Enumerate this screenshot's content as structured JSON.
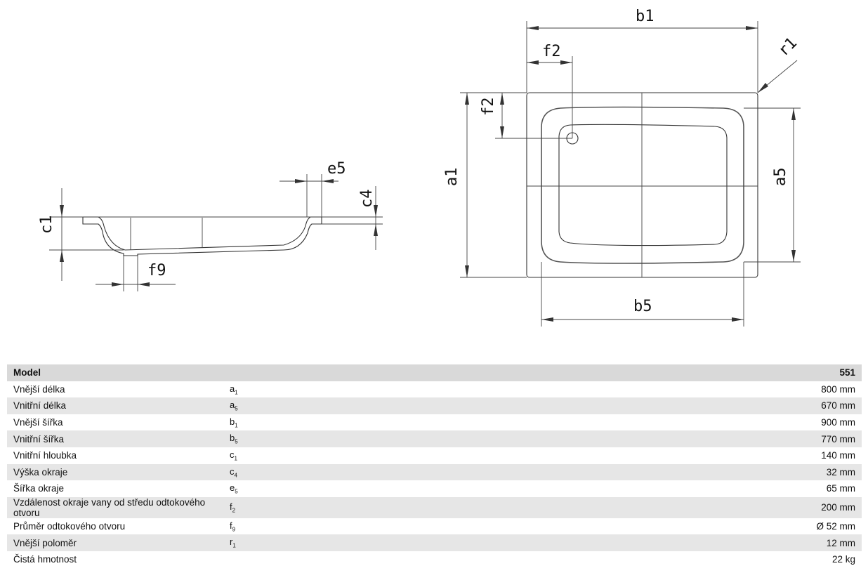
{
  "dimension_labels": {
    "b1": "b1",
    "f2_top": "f2",
    "r1": "r1",
    "f2_side": "f2",
    "a1": "a1",
    "a5": "a5",
    "b5": "b5",
    "e5": "e5",
    "c4": "c4",
    "c1": "c1",
    "f9": "f9"
  },
  "table": {
    "header": {
      "label": "Model",
      "value": "551"
    },
    "rows": [
      {
        "label": "Vnější délka",
        "sym": "a",
        "sub": "1",
        "value": "800 mm"
      },
      {
        "label": "Vnitřní délka",
        "sym": "a",
        "sub": "5",
        "value": "670 mm"
      },
      {
        "label": "Vnější šířka",
        "sym": "b",
        "sub": "1",
        "value": "900 mm"
      },
      {
        "label": "Vnitřní šířka",
        "sym": "b",
        "sub": "5",
        "value": "770 mm"
      },
      {
        "label": "Vnitřní hloubka",
        "sym": "c",
        "sub": "1",
        "value": "140 mm"
      },
      {
        "label": "Výška okraje",
        "sym": "c",
        "sub": "4",
        "value": "32 mm"
      },
      {
        "label": "Šířka okraje",
        "sym": "e",
        "sub": "5",
        "value": "65 mm"
      },
      {
        "label": "Vzdálenost okraje vany od středu odtokového otvoru",
        "sym": "f",
        "sub": "2",
        "value": "200 mm"
      },
      {
        "label": "Průměr odtokového otvoru",
        "sym": "f",
        "sub": "9",
        "value": "Ø 52 mm"
      },
      {
        "label": "Vnější poloměr",
        "sym": "r",
        "sub": "1",
        "value": "12 mm"
      },
      {
        "label": "Čistá hmotnost",
        "sym": "",
        "sub": "",
        "value": "22 kg"
      }
    ]
  }
}
